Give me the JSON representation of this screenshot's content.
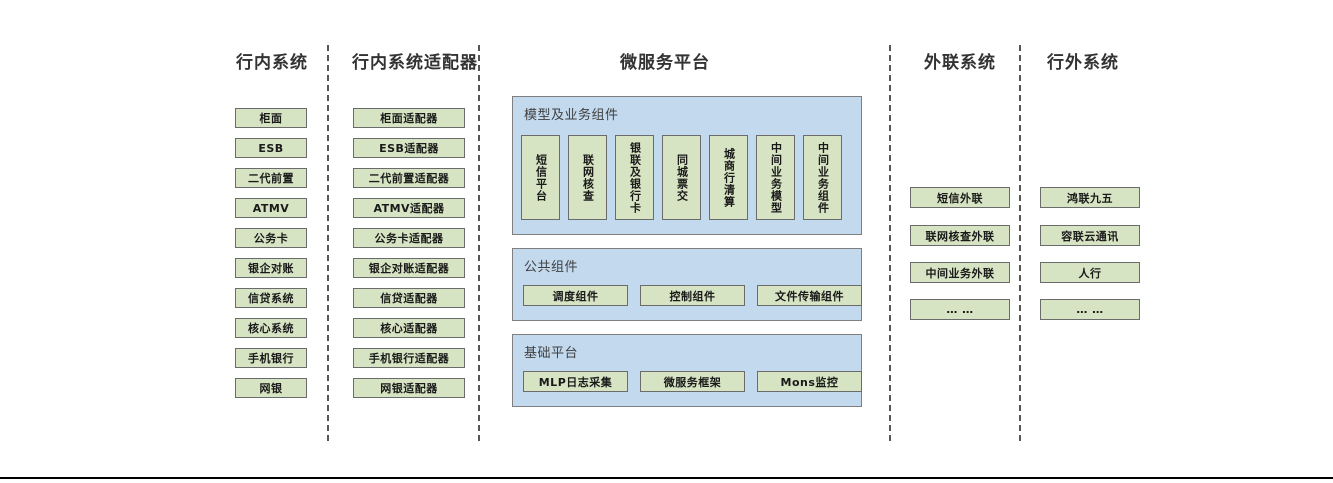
{
  "diagram": {
    "title_internal": "行内系统",
    "columns": [
      {
        "id": "internal-systems",
        "title": "行内系统",
        "items": [
          "柜面",
          "ESB",
          "二代前置",
          "ATMV",
          "公务卡",
          "银企对账",
          "信贷系统",
          "核心系统",
          "手机银行",
          "网银"
        ]
      },
      {
        "id": "internal-adapters",
        "title": "行内系统适配器",
        "items": [
          "柜面适配器",
          "ESB适配器",
          "二代前置适配器",
          "ATMV适配器",
          "公务卡适配器",
          "银企对账适配器",
          "信贷适配器",
          "核心适配器",
          "手机银行适配器",
          "网银适配器"
        ]
      },
      {
        "id": "external-link-systems",
        "title": "外联系统",
        "items": [
          "短信外联",
          "联网核查外联",
          "中间业务外联",
          "… …"
        ]
      },
      {
        "id": "outside-bank-systems",
        "title": "行外系统",
        "items": [
          "鸿联九五",
          "容联云通讯",
          "人行",
          "… …"
        ]
      }
    ],
    "platform": {
      "title": "微服务平台",
      "panels": [
        {
          "id": "model-business-components",
          "title": "模型及业务组件",
          "orientation": "vertical",
          "items": [
            "短信平台",
            "联网核查",
            "银联及银行卡",
            "同城票交",
            "城商行清算",
            "中间业务模型",
            "中间业务组件"
          ]
        },
        {
          "id": "common-components",
          "title": "公共组件",
          "orientation": "horizontal",
          "items": [
            "调度组件",
            "控制组件",
            "文件传输组件"
          ]
        },
        {
          "id": "base-platform",
          "title": "基础平台",
          "orientation": "horizontal",
          "items": [
            "MLP日志采集",
            "微服务框架",
            "Mons监控"
          ]
        }
      ]
    },
    "colors": {
      "node_fill": "#d7e4c3",
      "node_border": "#6b6b6b",
      "panel_fill": "#c3d9ee",
      "panel_border": "#808080",
      "divider": "#555555",
      "title_text": "#333333",
      "rule": "#000000"
    }
  }
}
